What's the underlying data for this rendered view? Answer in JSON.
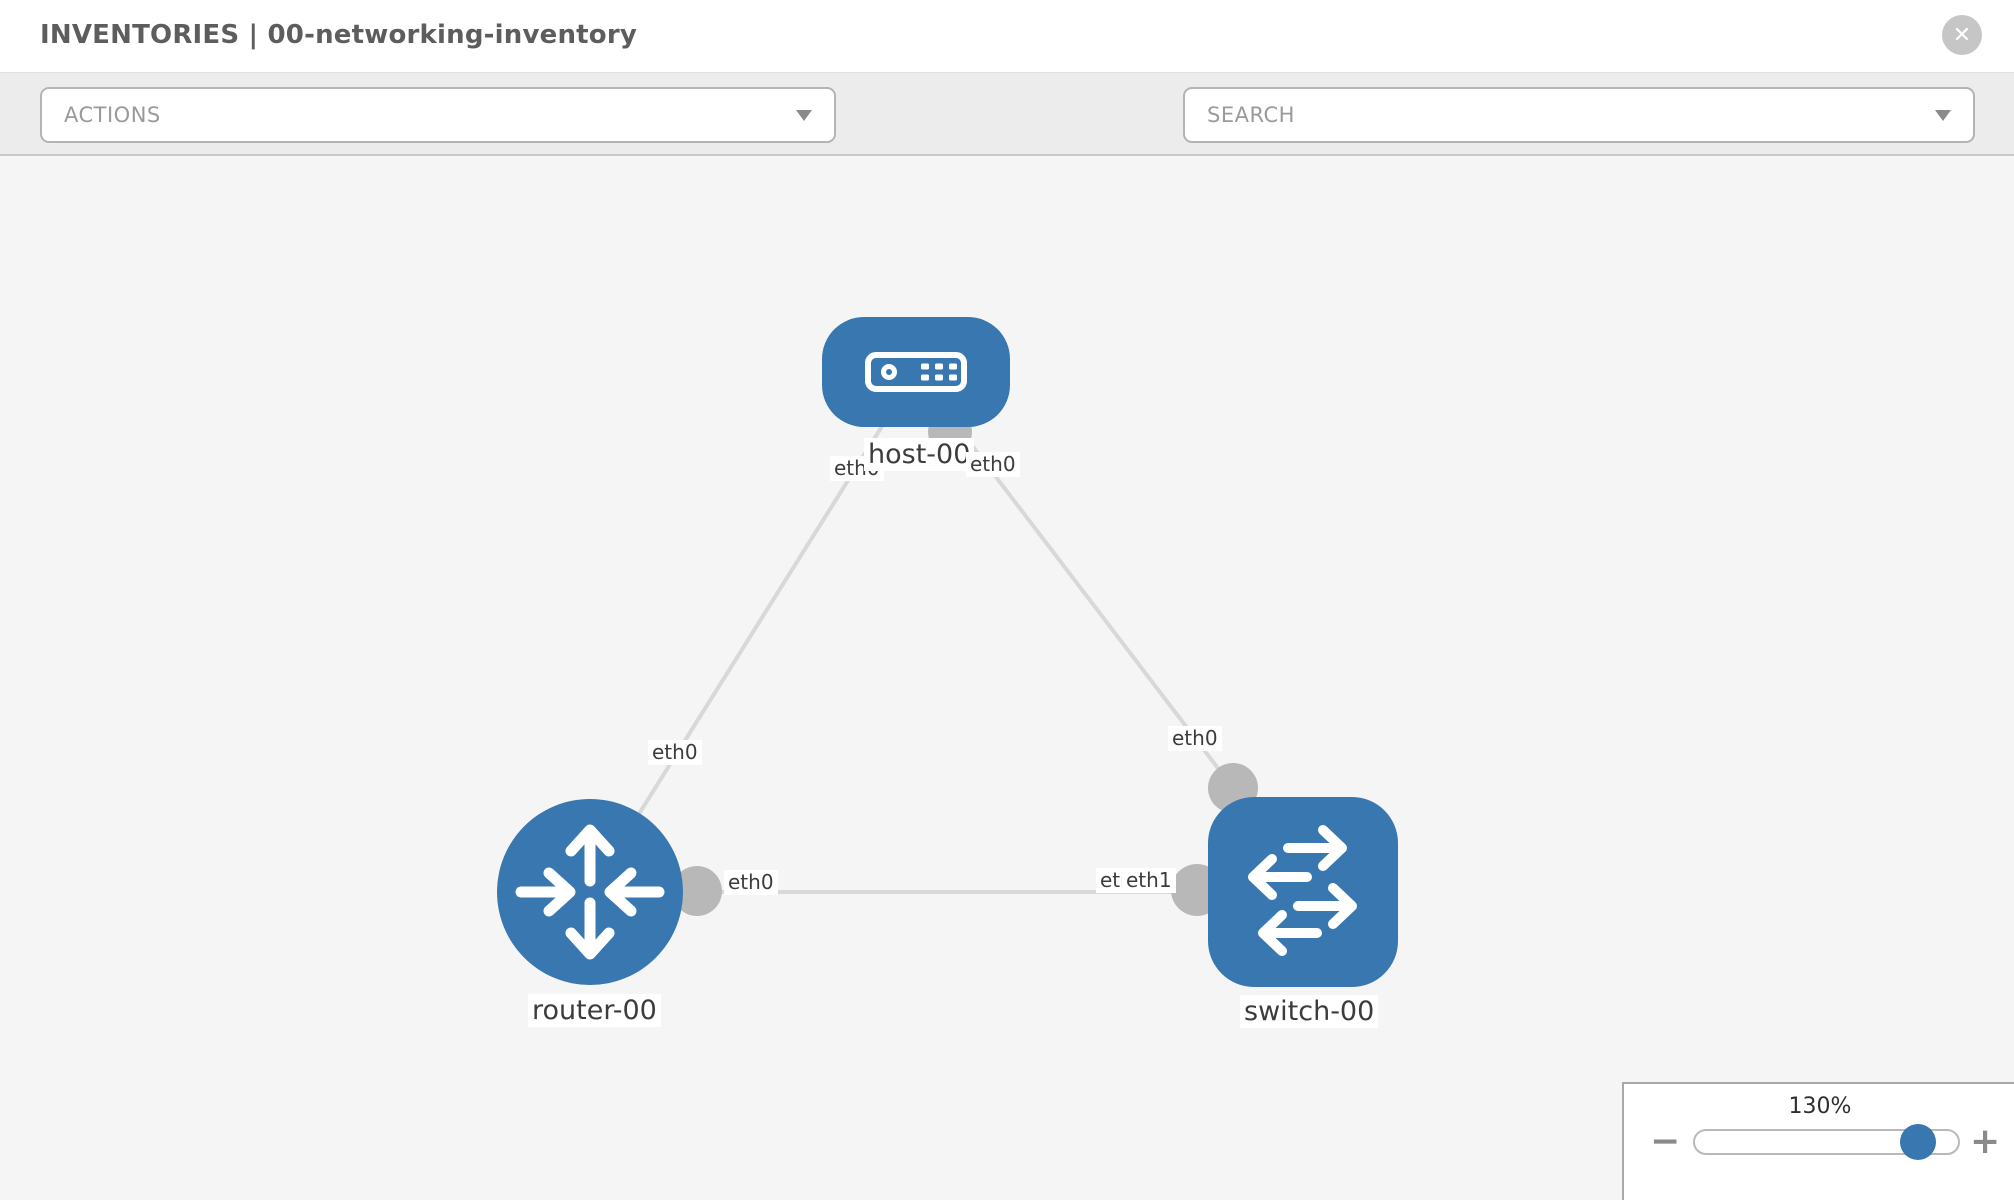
{
  "header": {
    "title": "INVENTORIES | 00-networking-inventory"
  },
  "icons": {
    "close": "✕",
    "caret": "dropdown-caret",
    "wrench": "wrench",
    "key": "key"
  },
  "toolbar": {
    "actions_label": "ACTIONS",
    "search_label": "SEARCH"
  },
  "colors": {
    "node_blue": "#3877af",
    "link_gray": "#d8d8d8",
    "connector_gray": "#b8b8b8",
    "canvas_bg": "#f5f5f5",
    "toolbar_bg": "#ececec"
  },
  "topology": {
    "nodes": [
      {
        "id": "host-00",
        "type": "host",
        "label": "host-00"
      },
      {
        "id": "router-00",
        "type": "router",
        "label": "router-00"
      },
      {
        "id": "switch-00",
        "type": "switch",
        "label": "switch-00"
      }
    ],
    "links": [
      {
        "from": "host-00",
        "to": "router-00",
        "from_iface": "eth0",
        "to_iface": "eth0"
      },
      {
        "from": "host-00",
        "to": "switch-00",
        "from_iface": "eth0",
        "to_iface": "eth0"
      },
      {
        "from": "router-00",
        "to": "switch-00",
        "from_iface": "eth0",
        "to_iface": "eth1",
        "to_iface_overlapped": "eth0"
      }
    ]
  },
  "zoom_control": {
    "value_label": "130%",
    "percent": 130,
    "minus_label": "−",
    "plus_label": "+"
  }
}
